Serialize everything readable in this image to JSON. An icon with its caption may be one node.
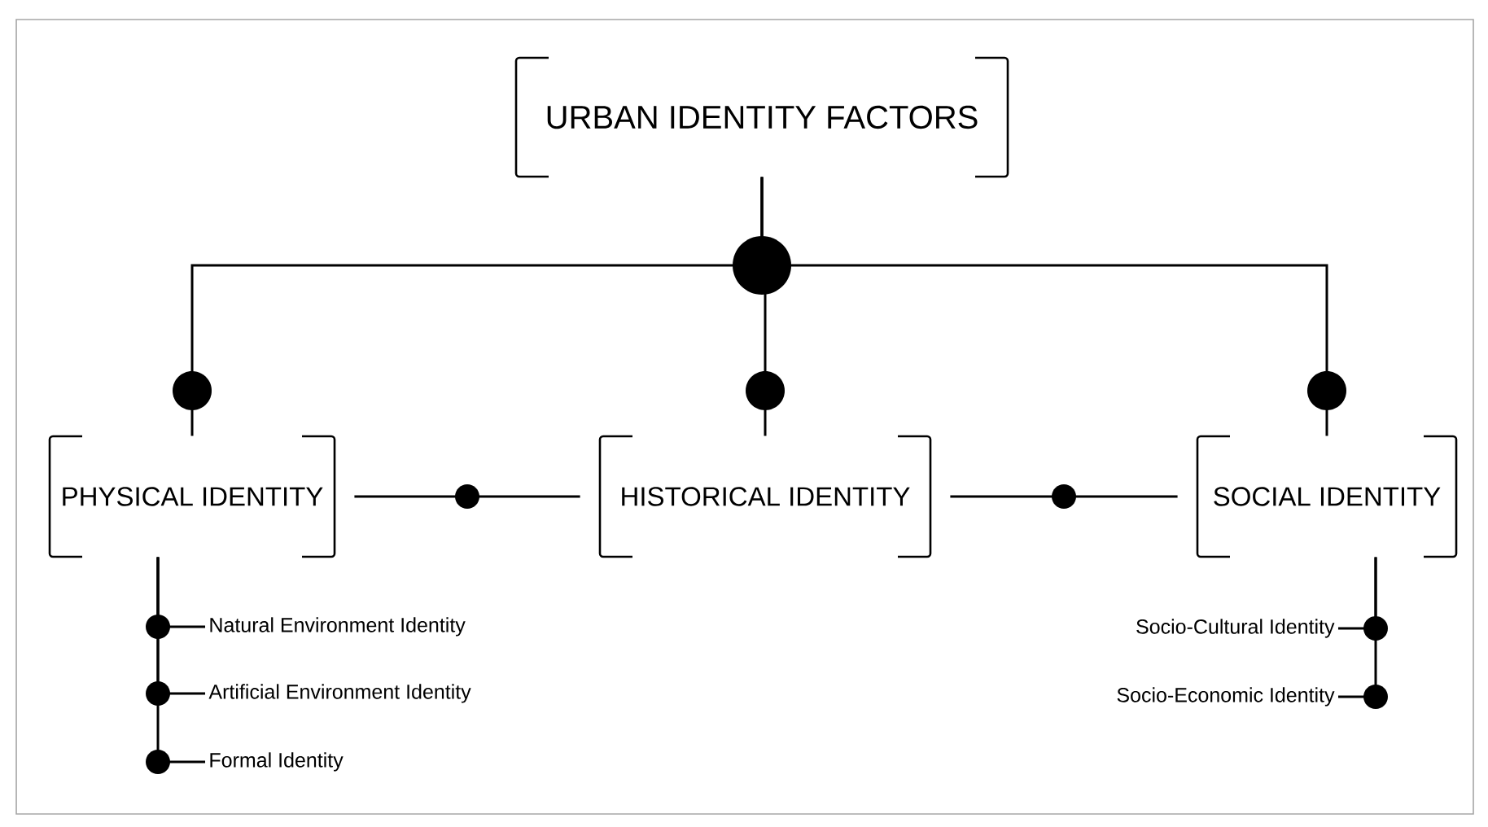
{
  "diagram": {
    "nodes": [
      {
        "text": [
          "URBAN IDENTITY FACTORS"
        ]
      },
      {
        "text": [
          "PHYSICAL IDENTITY"
        ]
      },
      {
        "text": [
          "HISTORICAL IDENTITY"
        ]
      },
      {
        "text": [
          "SOCIAL IDENTITY"
        ]
      },
      {
        "text": [
          "Natural Environment Identity"
        ]
      },
      {
        "text": [
          "Artificial Environment Identity"
        ]
      },
      {
        "text": [
          "Formal Identity"
        ]
      },
      {
        "text": [
          "Socio-Cultural Identity"
        ]
      },
      {
        "text": [
          "Socio-Economic Identity"
        ]
      }
    ],
    "edges": [
      {
        "from": 0,
        "to": 1,
        "arrow": "none"
      },
      {
        "from": 0,
        "to": 2,
        "arrow": "none"
      },
      {
        "from": 0,
        "to": 3,
        "arrow": "none"
      },
      {
        "from": 1,
        "to": 2,
        "arrow": "none"
      },
      {
        "from": 2,
        "to": 3,
        "arrow": "none"
      },
      {
        "from": 1,
        "to": 4,
        "arrow": "none"
      },
      {
        "from": 1,
        "to": 5,
        "arrow": "none"
      },
      {
        "from": 1,
        "to": 6,
        "arrow": "none"
      },
      {
        "from": 3,
        "to": 7,
        "arrow": "none"
      },
      {
        "from": 3,
        "to": 8,
        "arrow": "none"
      }
    ]
  }
}
